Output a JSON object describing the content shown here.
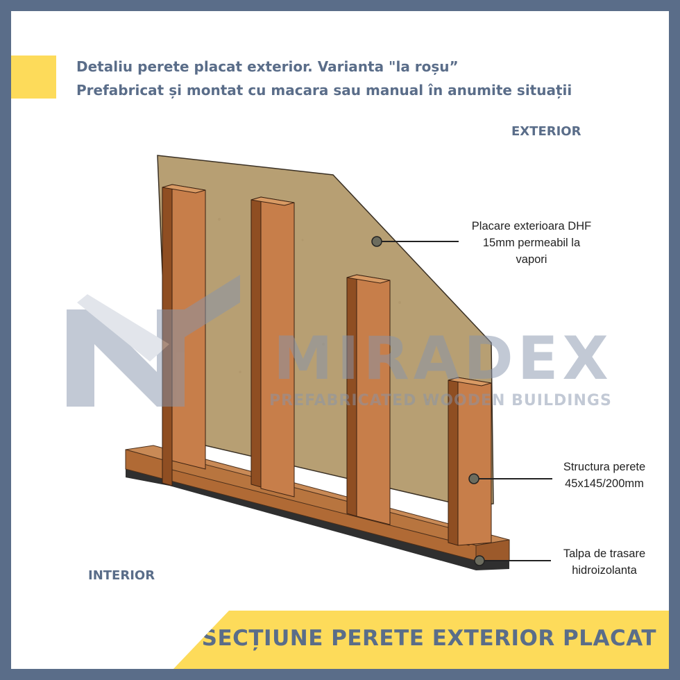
{
  "header": {
    "line1": "Detaliu perete placat exterior. Varianta \"la roșu”",
    "line2": "Prefabricat și montat cu macara sau manual în anumite situații"
  },
  "labels": {
    "exterior": "EXTERIOR",
    "interior": "INTERIOR"
  },
  "annotations": [
    {
      "lines": [
        "Placare exterioara DHF",
        "15mm permeabil la",
        "vapori"
      ]
    },
    {
      "lines": [
        "Structura perete",
        " 45x145/200mm"
      ]
    },
    {
      "lines": [
        "Talpa de trasare",
        "hidroizolanta"
      ]
    }
  ],
  "watermark": {
    "brand": "MIRADEX",
    "tagline": "PREFABRICATED WOODEN BUILDINGS"
  },
  "banner": {
    "text": "SECȚIUNE PERETE EXTERIOR PLACAT"
  },
  "colors": {
    "frame": "#5a6d89",
    "accent": "#fddb5a",
    "board": "#b79f73",
    "stud": "#c77e4a",
    "membrane": "#2f2f2f"
  }
}
